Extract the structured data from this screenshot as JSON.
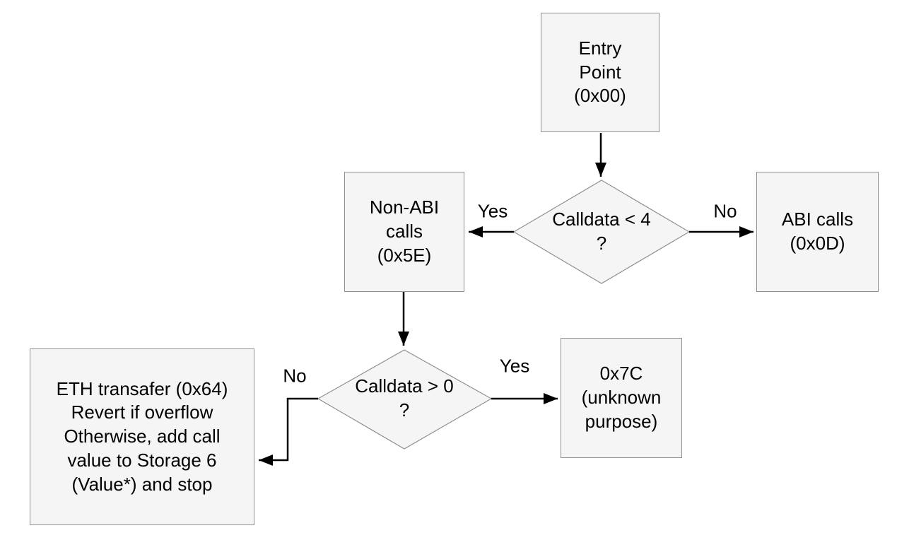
{
  "diagram": {
    "type": "flowchart",
    "description": "EVM bytecode control-flow diagram with entry point, calldata decision diamonds and handler blocks"
  },
  "nodes": {
    "entry": {
      "label": "Entry\nPoint\n(0x00)"
    },
    "non_abi": {
      "label": "Non-ABI\ncalls\n(0x5E)"
    },
    "abi": {
      "label": "ABI calls\n(0x0D)"
    },
    "decision_calldata_lt_4": {
      "label": "Calldata < 4\n?"
    },
    "decision_calldata_gt_0": {
      "label": "Calldata > 0\n?"
    },
    "unknown": {
      "label": "0x7C\n(unknown\npurpose)"
    },
    "eth_transfer": {
      "label": "ETH transafer (0x64)\nRevert if overflow\nOtherwise, add call\nvalue to Storage 6\n(Value*) and stop"
    }
  },
  "edge_labels": {
    "d1_yes": "Yes",
    "d1_no": "No",
    "d2_yes": "Yes",
    "d2_no": "No"
  },
  "colors": {
    "background": "#ffffff",
    "node_fill": "#f5f5f5",
    "node_border": "#909090",
    "line": "#000000",
    "text": "#000000"
  }
}
